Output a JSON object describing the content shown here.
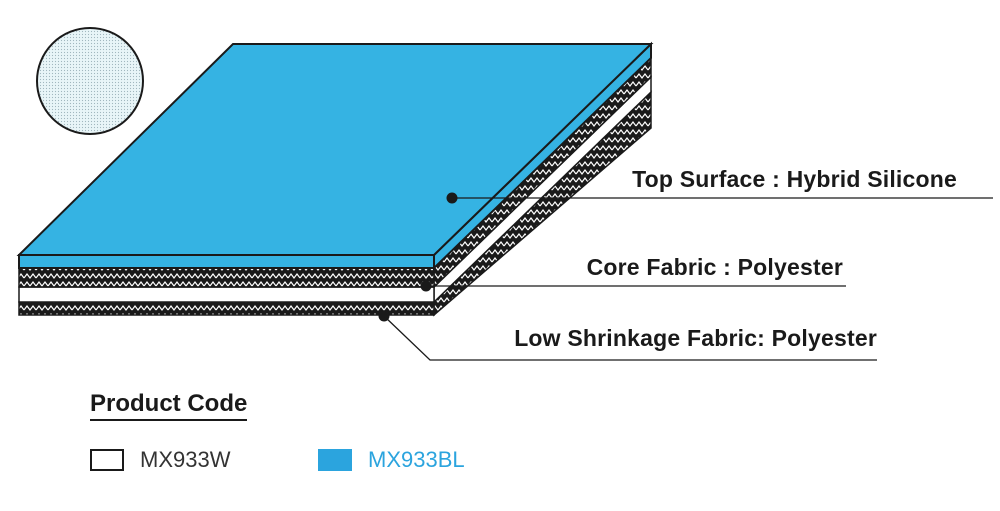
{
  "layers": {
    "top": "Top Surface : Hybrid Silicone",
    "core": "Core Fabric : Polyester",
    "low": "Low Shrinkage Fabric: Polyester"
  },
  "legend": {
    "title": "Product Code",
    "items": [
      {
        "code": "MX933W",
        "color": "#ffffff"
      },
      {
        "code": "MX933BL",
        "color": "#2ba4de"
      }
    ]
  },
  "colors": {
    "top_surface": "#35b3e3",
    "fabric": "#1a1a1a",
    "line": "#1a1a1a"
  },
  "icons": {
    "texture": "texture-swatch-icon"
  }
}
